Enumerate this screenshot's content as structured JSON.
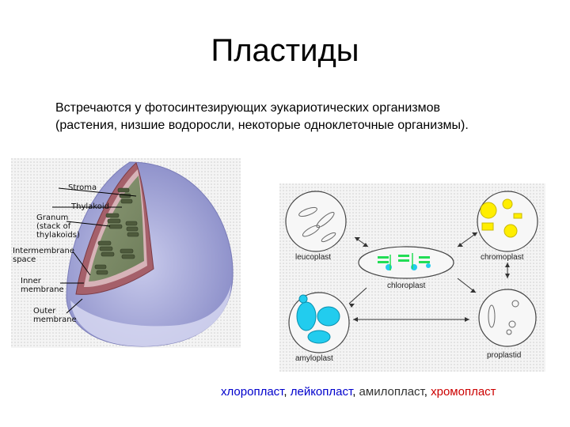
{
  "title": "Пластиды",
  "body": {
    "line1": "Встречаются у фотосинтезирующих эукариотических организмов",
    "line2": "(растения, низшие водоросли, некоторые одноклеточные организмы)."
  },
  "chloroplast_diagram": {
    "labels": {
      "stroma": "Stroma",
      "thylakoid": "Thylakoid",
      "granum_1": "Granum",
      "granum_2": "(stack of",
      "granum_3": "thylakoids)",
      "intermembrane_1": "Intermembrane",
      "intermembrane_2": "space",
      "inner_1": "Inner",
      "inner_2": "membrane",
      "outer_1": "Outer",
      "outer_2": "membrane"
    }
  },
  "plastid_cycle": {
    "leucoplast": "leucoplast",
    "chromoplast": "chromoplast",
    "chloroplast": "chloroplast",
    "amyloplast": "amyloplast",
    "proplastid": "proplastid"
  },
  "caption": {
    "chloroplast": "хлоропласт",
    "sep1": ", ",
    "leucoplast": "лейкопласт",
    "sep2": ", ",
    "amyloplast": "амилопласт",
    "sep3": ", ",
    "chromoplast": "хромопласт"
  },
  "colors": {
    "chloroplast_word": "#0000cc",
    "leucoplast_word": "#0000cc",
    "amyloplast_word": "#333333",
    "chromoplast_word": "#cc0000",
    "yellow": "#ffee00",
    "cyan": "#22ccee",
    "green": "#22dd55"
  }
}
